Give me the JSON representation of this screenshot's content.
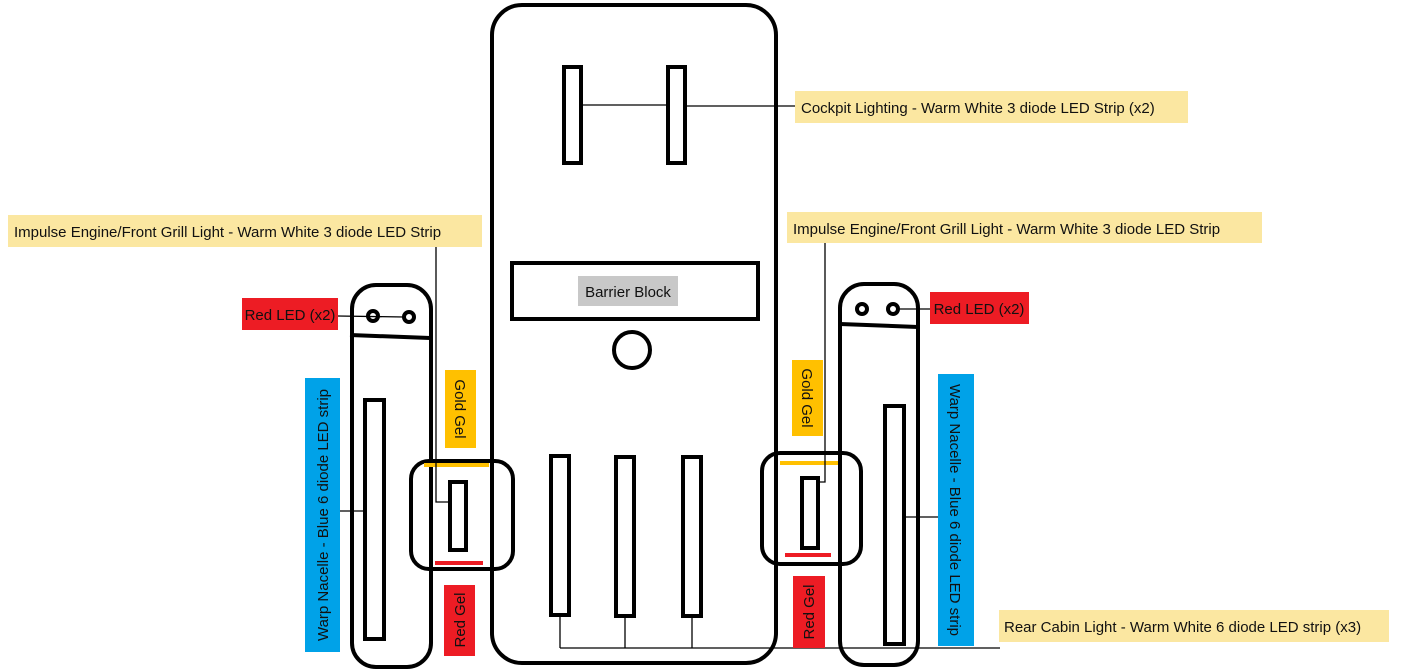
{
  "labels": {
    "cockpit": "Cockpit Lighting - Warm White 3 diode LED Strip (x2)",
    "impulse_left": "Impulse Engine/Front Grill Light - Warm White 3 diode LED Strip",
    "impulse_right": "Impulse Engine/Front Grill Light - Warm White 3 diode LED Strip",
    "barrier": "Barrier Block",
    "red_led_left": "Red LED (x2)",
    "red_led_right": "Red LED (x2)",
    "gold_gel_left": "Gold Gel",
    "gold_gel_right": "Gold Gel",
    "red_gel_left": "Red Gel",
    "red_gel_right": "Red Gel",
    "warp_left": "Warp Nacelle - Blue 6 diode LED strip",
    "warp_right": "Warp Nacelle - Blue 6 diode LED strip",
    "rear_cabin": "Rear Cabin Light - Warm White 6 diode LED strip (x3)"
  },
  "colors": {
    "label_yellow": "#fbe7a1",
    "label_red": "#ed1c24",
    "label_gold": "#ffc000",
    "label_blue": "#00a2e8",
    "label_gray": "#c8c8c8",
    "gold_line": "#ffc000",
    "red_line": "#ed1c24"
  }
}
